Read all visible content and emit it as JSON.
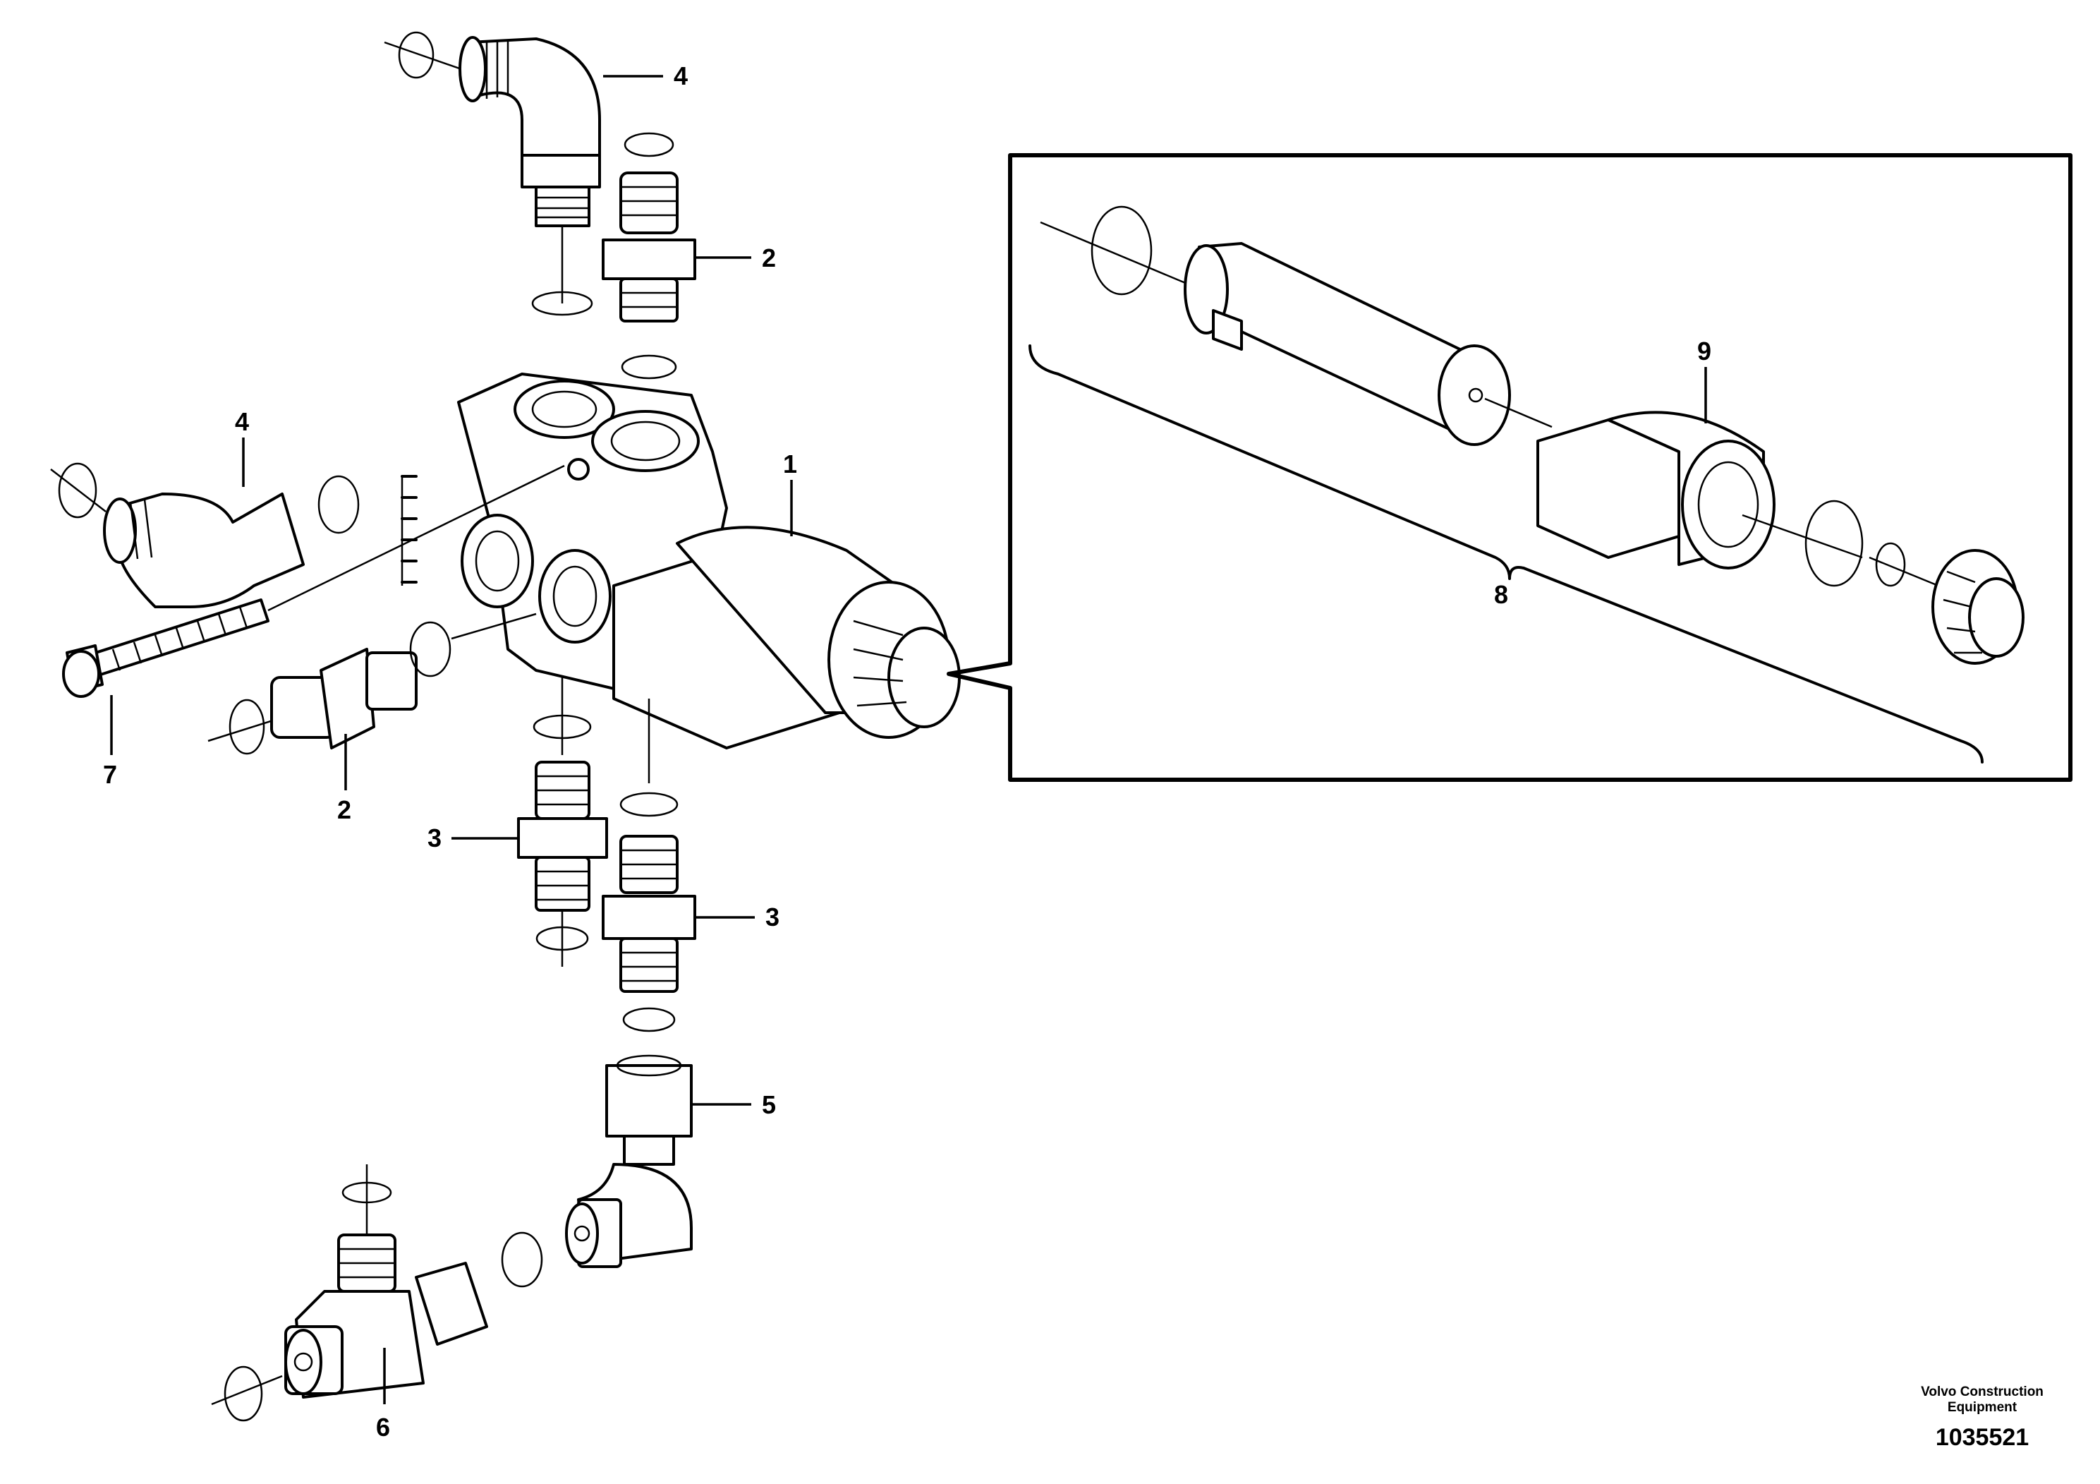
{
  "callouts": {
    "c1": "1",
    "c2_top": "2",
    "c2_left": "2",
    "c3_left": "3",
    "c3_right": "3",
    "c4_top": "4",
    "c4_left": "4",
    "c5": "5",
    "c6": "6",
    "c7": "7",
    "c8": "8",
    "c9": "9"
  },
  "footer": {
    "brand_line1": "Volvo Construction",
    "brand_line2": "Equipment",
    "document_number": "1035521"
  }
}
